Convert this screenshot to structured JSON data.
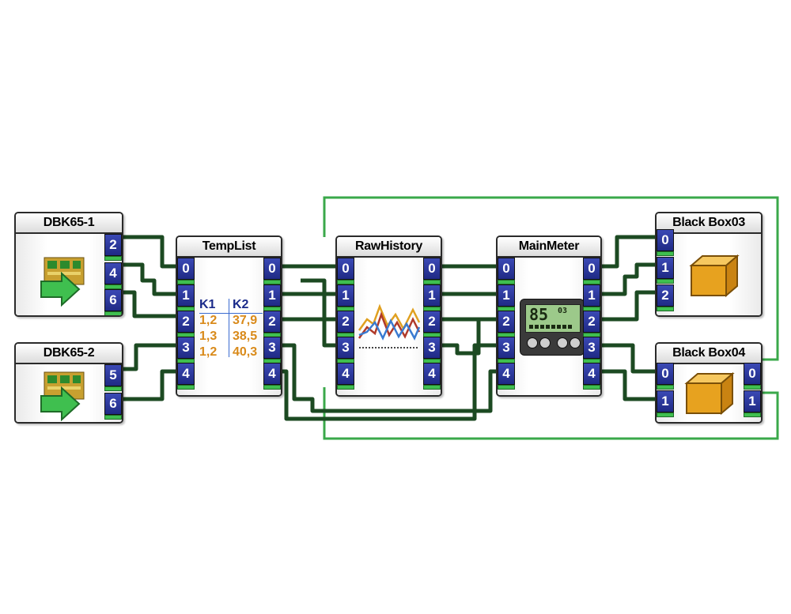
{
  "blocks": {
    "dbk65_1": {
      "title": "DBK65-1",
      "ports_out": [
        "2",
        "4",
        "6"
      ]
    },
    "dbk65_2": {
      "title": "DBK65-2",
      "ports_out": [
        "5",
        "6"
      ]
    },
    "templist": {
      "title": "TempList",
      "ports_in": [
        "0",
        "1",
        "2",
        "3",
        "4"
      ],
      "ports_out": [
        "0",
        "1",
        "2",
        "3",
        "4"
      ],
      "table": {
        "headers": [
          "K1",
          "K2"
        ],
        "rows": [
          [
            "1,2",
            "37,9"
          ],
          [
            "1,3",
            "38,5"
          ],
          [
            "1,2",
            "40,3"
          ]
        ]
      }
    },
    "rawhistory": {
      "title": "RawHistory",
      "ports_in": [
        "0",
        "1",
        "2",
        "3",
        "4"
      ],
      "ports_out": [
        "0",
        "1",
        "2",
        "3",
        "4"
      ]
    },
    "mainmeter": {
      "title": "MainMeter",
      "ports_in": [
        "0",
        "1",
        "2",
        "3",
        "4"
      ],
      "ports_out": [
        "0",
        "1",
        "2",
        "3",
        "4"
      ],
      "display": {
        "big": "85",
        "small": "03"
      }
    },
    "blackbox03": {
      "title": "Black Box03",
      "ports_in": [
        "0",
        "1",
        "2"
      ]
    },
    "blackbox04": {
      "title": "Black Box04",
      "ports_in": [
        "0",
        "1"
      ],
      "ports_out": [
        "0",
        "1"
      ]
    }
  },
  "colors": {
    "wire_dark": "#1c4a22",
    "wire_light": "#3aa84a",
    "port": "#24308f",
    "port_tab": "#3fbf4f",
    "accent_orange": "#d98a1a"
  }
}
